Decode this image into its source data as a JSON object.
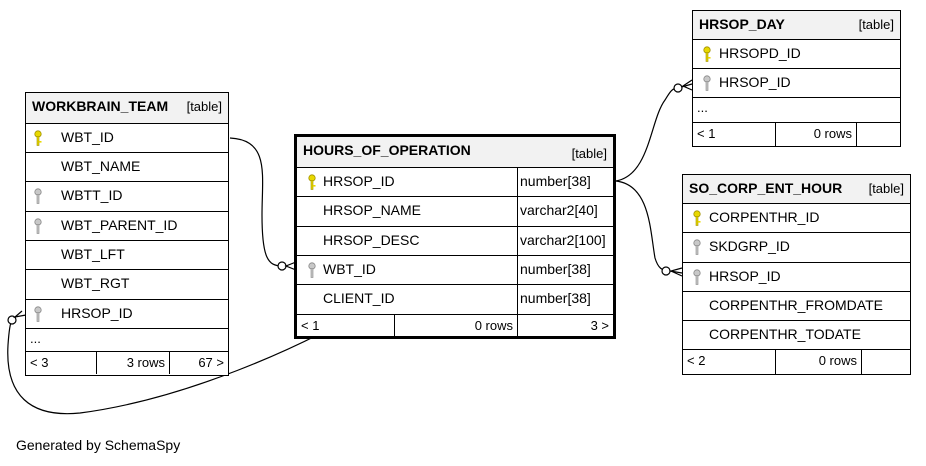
{
  "tables": {
    "workbrain_team": {
      "name": "WORKBRAIN_TEAM",
      "kind": "[table]",
      "columns": [
        {
          "name": "WBT_ID",
          "key": "primary"
        },
        {
          "name": "WBT_NAME",
          "key": "none"
        },
        {
          "name": "WBTT_ID",
          "key": "foreign"
        },
        {
          "name": "WBT_PARENT_ID",
          "key": "foreign"
        },
        {
          "name": "WBT_LFT",
          "key": "none"
        },
        {
          "name": "WBT_RGT",
          "key": "none"
        },
        {
          "name": "HRSOP_ID",
          "key": "foreign"
        }
      ],
      "more": "...",
      "footer": [
        "< 3",
        "3 rows",
        "67 >"
      ]
    },
    "hours_of_operation": {
      "name": "HOURS_OF_OPERATION",
      "kind": "[table]",
      "columns": [
        {
          "name": "HRSOP_ID",
          "type": "number[38]",
          "key": "primary"
        },
        {
          "name": "HRSOP_NAME",
          "type": "varchar2[40]",
          "key": "none"
        },
        {
          "name": "HRSOP_DESC",
          "type": "varchar2[100]",
          "key": "none"
        },
        {
          "name": "WBT_ID",
          "type": "number[38]",
          "key": "foreign"
        },
        {
          "name": "CLIENT_ID",
          "type": "number[38]",
          "key": "none"
        }
      ],
      "footer": [
        "< 1",
        "0 rows",
        "3 >"
      ]
    },
    "hrsop_day": {
      "name": "HRSOP_DAY",
      "kind": "[table]",
      "columns": [
        {
          "name": "HRSOPD_ID",
          "key": "primary"
        },
        {
          "name": "HRSOP_ID",
          "key": "foreign"
        }
      ],
      "more": "...",
      "footer": [
        "< 1",
        "0 rows",
        ""
      ]
    },
    "so_corp_ent_hour": {
      "name": "SO_CORP_ENT_HOUR",
      "kind": "[table]",
      "columns": [
        {
          "name": "CORPENTHR_ID",
          "key": "primary"
        },
        {
          "name": "SKDGRP_ID",
          "key": "foreign"
        },
        {
          "name": "HRSOP_ID",
          "key": "foreign"
        },
        {
          "name": "CORPENTHR_FROMDATE",
          "key": "none"
        },
        {
          "name": "CORPENTHR_TODATE",
          "key": "none"
        }
      ],
      "footer": [
        "< 2",
        "0 rows",
        ""
      ]
    }
  },
  "colors": {
    "primary_key": "#e8d800",
    "foreign_key": "#a8a8a8",
    "header_bg": "#f2f2f2"
  },
  "footer_text": "Generated by SchemaSpy"
}
